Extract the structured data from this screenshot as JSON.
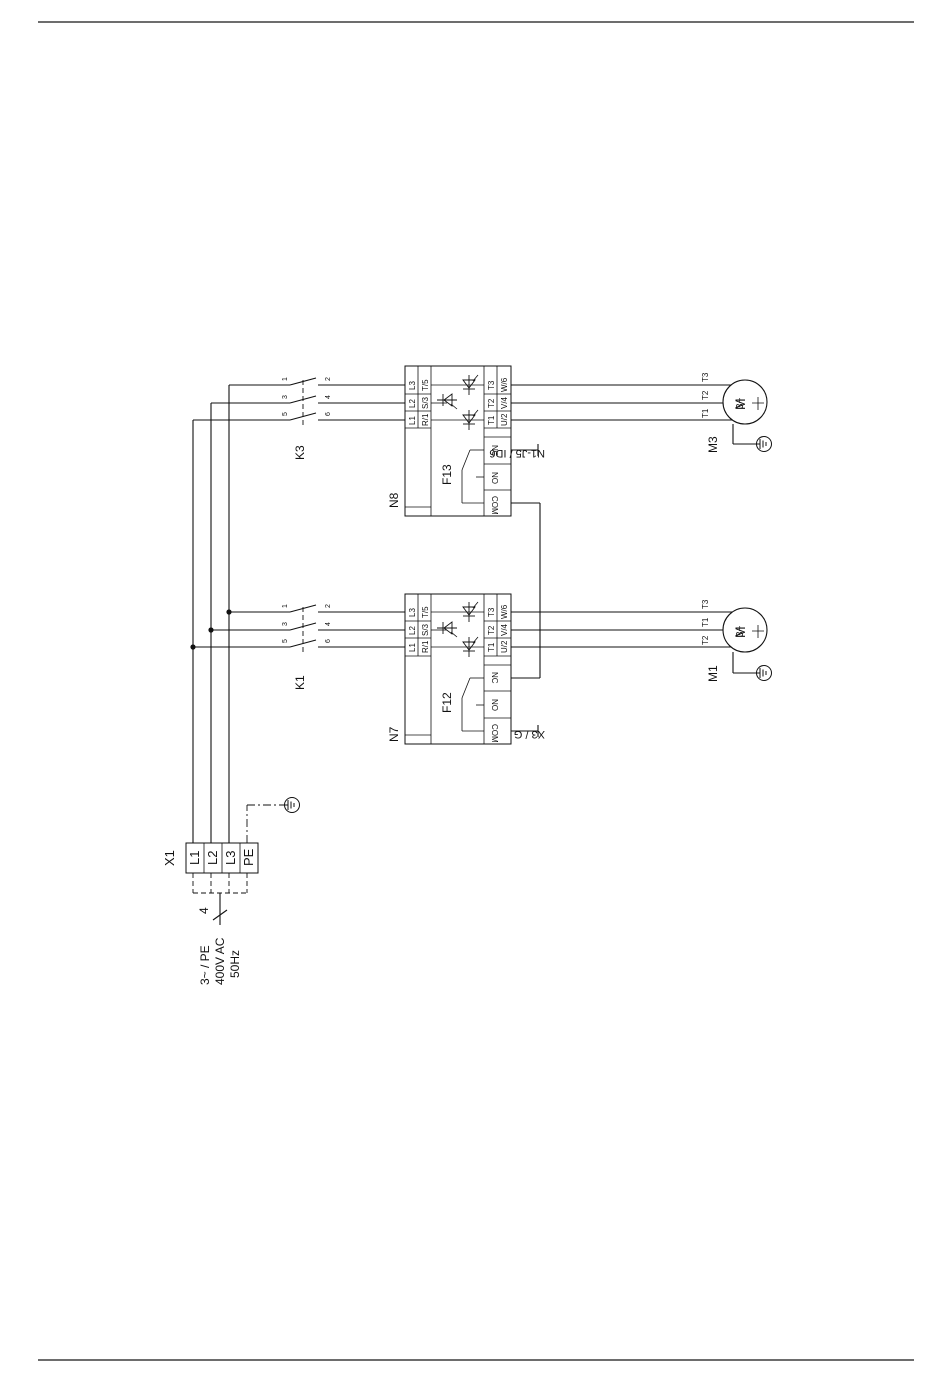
{
  "supply": {
    "terminal_block": "X1",
    "terminals": [
      "L1",
      "L2",
      "L3",
      "PE"
    ],
    "cable_cores": "4",
    "spec": [
      "3~ / PE",
      "400V AC",
      "50Hz"
    ]
  },
  "contactors": [
    {
      "name": "K3",
      "pins_in": [
        "1",
        "3",
        "5"
      ],
      "pins_out": [
        "2",
        "4",
        "6"
      ]
    },
    {
      "name": "K1",
      "pins_in": [
        "1",
        "3",
        "5"
      ],
      "pins_out": [
        "2",
        "4",
        "6"
      ]
    }
  ],
  "soft_starters": [
    {
      "name": "N8",
      "relay": "F13",
      "inputs": [
        "L1",
        "R/1",
        "L2",
        "S/3",
        "L3",
        "T/5"
      ],
      "outputs": [
        "T1",
        "U/2",
        "T2",
        "V/4",
        "T3",
        "W/6"
      ],
      "contacts": [
        "NC",
        "NO",
        "COM"
      ],
      "nc_destination": "N1-J5 / ID6"
    },
    {
      "name": "N7",
      "relay": "F12",
      "inputs": [
        "L1",
        "R/1",
        "L2",
        "S/3",
        "L3",
        "T/5"
      ],
      "outputs": [
        "T1",
        "U/2",
        "T2",
        "V/4",
        "T3",
        "W/6"
      ],
      "contacts": [
        "NC",
        "NO",
        "COM"
      ],
      "com_destination": "X3 / G"
    }
  ],
  "motors": [
    {
      "name": "M3",
      "symbol": "M",
      "phase": "3~",
      "terminals": [
        "T1",
        "T2",
        "T3"
      ]
    },
    {
      "name": "M1",
      "symbol": "M",
      "phase": "3~",
      "terminals": [
        "T1",
        "T2",
        "T3"
      ]
    }
  ]
}
